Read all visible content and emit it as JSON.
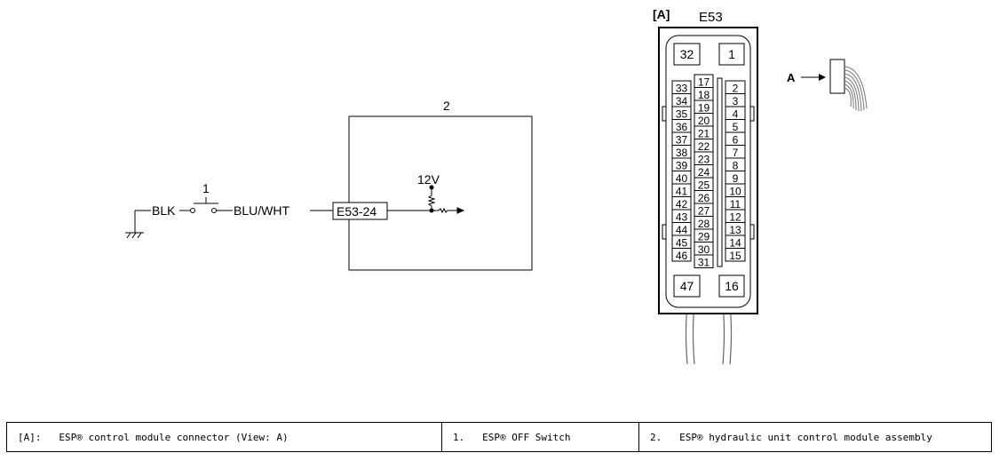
{
  "circuit": {
    "ground_wire_label": "BLK",
    "switch_callout": "1",
    "switch_wire_label": "BLU/WHT",
    "terminal_label": "E53-24",
    "module_callout": "2",
    "supply_label": "12V"
  },
  "connector": {
    "view_tag": "[A]",
    "name": "E53",
    "view_arrow_label": "A",
    "corner_pins": [
      "32",
      "1",
      "47",
      "16"
    ],
    "left_column_pins": [
      "33",
      "34",
      "35",
      "36",
      "37",
      "38",
      "39",
      "40",
      "41",
      "42",
      "43",
      "44",
      "45",
      "46"
    ],
    "middle_column_pins": [
      "17",
      "18",
      "19",
      "20",
      "21",
      "22",
      "23",
      "24",
      "25",
      "26",
      "27",
      "28",
      "29",
      "30",
      "31"
    ],
    "right_column_pins": [
      "2",
      "3",
      "4",
      "5",
      "6",
      "7",
      "8",
      "9",
      "10",
      "11",
      "12",
      "13",
      "14",
      "15"
    ]
  },
  "legend": [
    {
      "key": "[A]:",
      "text": "ESP® control module connector (View: A)"
    },
    {
      "key": "1.",
      "text": "ESP® OFF Switch"
    },
    {
      "key": "2.",
      "text": "ESP® hydraulic unit control module assembly"
    }
  ]
}
